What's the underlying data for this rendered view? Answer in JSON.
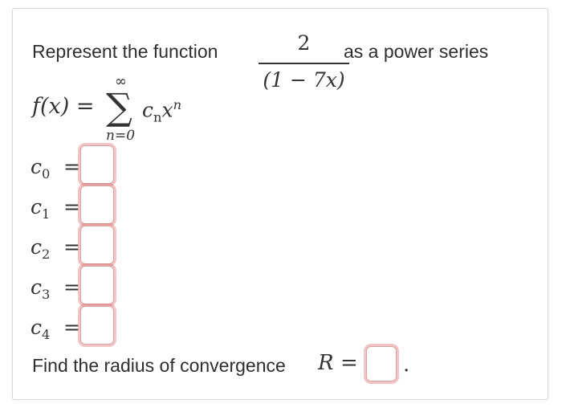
{
  "question": {
    "prompt_before": "Represent the function",
    "prompt_after": "as a power series",
    "function": {
      "numerator": "2",
      "denominator": "(1 − 7x)"
    },
    "series": {
      "lhs": "f(x) =",
      "sigma": "∑",
      "upper_limit": "∞",
      "lower_limit": "n=0",
      "term_base": "c",
      "term_sub": "n",
      "term_var": "x",
      "term_exp": "n"
    },
    "coefficients": [
      {
        "symbol": "c",
        "index": "0",
        "equals": "=",
        "value": ""
      },
      {
        "symbol": "c",
        "index": "1",
        "equals": "=",
        "value": ""
      },
      {
        "symbol": "c",
        "index": "2",
        "equals": "=",
        "value": ""
      },
      {
        "symbol": "c",
        "index": "3",
        "equals": "=",
        "value": ""
      },
      {
        "symbol": "c",
        "index": "4",
        "equals": "=",
        "value": ""
      }
    ],
    "radius": {
      "label": "Find the radius of convergence",
      "variable": "R",
      "equals": "=",
      "value": "",
      "trailing": "."
    }
  },
  "colors": {
    "card_border": "#d9d9d9",
    "answer_highlight": "#d65a5a",
    "text": "#2e2e2e"
  }
}
